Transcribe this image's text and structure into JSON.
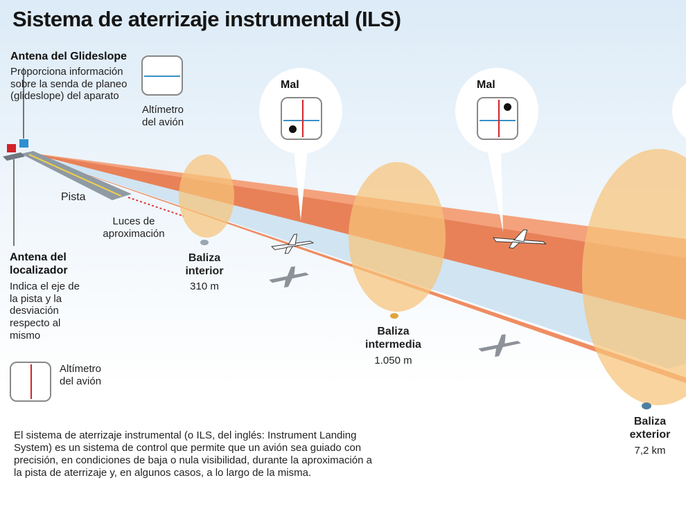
{
  "title": "Sistema de aterrizaje instrumental (ILS)",
  "glideslope_antenna": {
    "heading": "Antena del Glideslope",
    "body": "Proporciona información sobre la senda de planeo (glideslope) del aparato"
  },
  "altimeter_top": {
    "label": "Altímetro del avión"
  },
  "localizer_antenna": {
    "heading": "Antena del localizador",
    "body": "Indica el eje de la pista y la desviación respecto al mismo"
  },
  "altimeter_bottom": {
    "label": "Altímetro del avión"
  },
  "runway_label": "Pista",
  "approach_lights_label": "Luces de aproximación",
  "callouts": [
    {
      "status": "Mal",
      "dot": "lower-left"
    },
    {
      "status": "Mal",
      "dot": "upper-right"
    }
  ],
  "beacons": [
    {
      "name": "Baliza interior",
      "distance": "310 m"
    },
    {
      "name": "Baliza intermedia",
      "distance": "1.050 m"
    },
    {
      "name": "Baliza exterior",
      "distance": "7,2 km"
    }
  ],
  "description": "El sistema de aterrizaje instrumental (o ILS, del inglés: Instrument Landing System) es un sistema de control que permite que un avión sea guiado con precisión, en condiciones de baja o nula visibilidad, durante la aproximación a la pista de aterrizaje y, en algunos casos, a lo largo de la misma.",
  "colors": {
    "glideslope_beam": "#ef8d62",
    "localizer_beam": "#cfe3f1",
    "beacon_lobe": "#f6c47a",
    "indicator_horizontal": "#3a8fc7",
    "indicator_vertical": "#d0252b"
  }
}
